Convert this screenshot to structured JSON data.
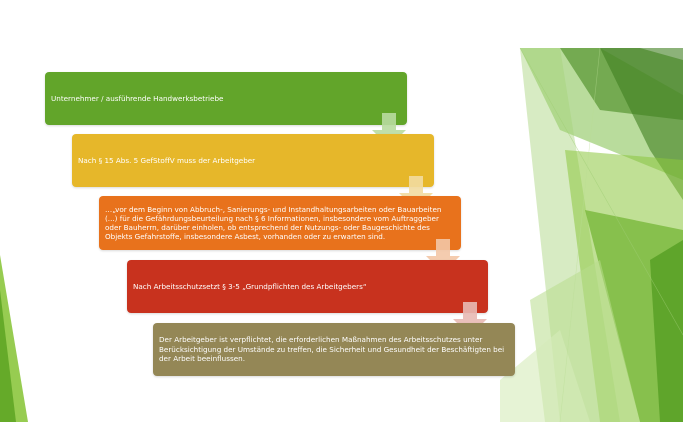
{
  "steps": [
    {
      "text": "Unternehmer / ausführende Handwerksbetriebe",
      "color": "#62a52a"
    },
    {
      "text": "Nach § 15 Abs. 5 GefStoffV muss der Arbeitgeber",
      "color": "#e6b72a"
    },
    {
      "text": "…„vor dem Beginn von Abbruch-, Sanierungs- und Instandhaltungsarbeiten oder Bauarbeiten (...) für die Gefährdungsbeurteilung nach § 6 Informationen, insbesondere vom Auftraggeber oder Bauherrn, darüber einholen, ob entsprechend der Nutzungs- oder Baugeschichte des Objekts Gefahrstoffe, insbesondere Asbest, vorhanden oder zu erwarten sind.",
      "color": "#e8721c"
    },
    {
      "text": "Nach Arbeitsschutzsetzt § 3-5 „Grundpflichten des Arbeitgebers“",
      "color": "#c8321e"
    },
    {
      "text": "Der Arbeitgeber ist verpflichtet, die erforderlichen Maßnahmen des Arbeitsschutzes unter Berücksichtigung der Umstände zu treffen, die Sicherheit und Gesundheit der Beschäftigten bei der Arbeit beeinflussen.",
      "color": "#948756"
    }
  ],
  "arrow_colors": [
    "#b9dca0",
    "#f2dca0",
    "#f3c6a6",
    "#e8b9b4"
  ]
}
